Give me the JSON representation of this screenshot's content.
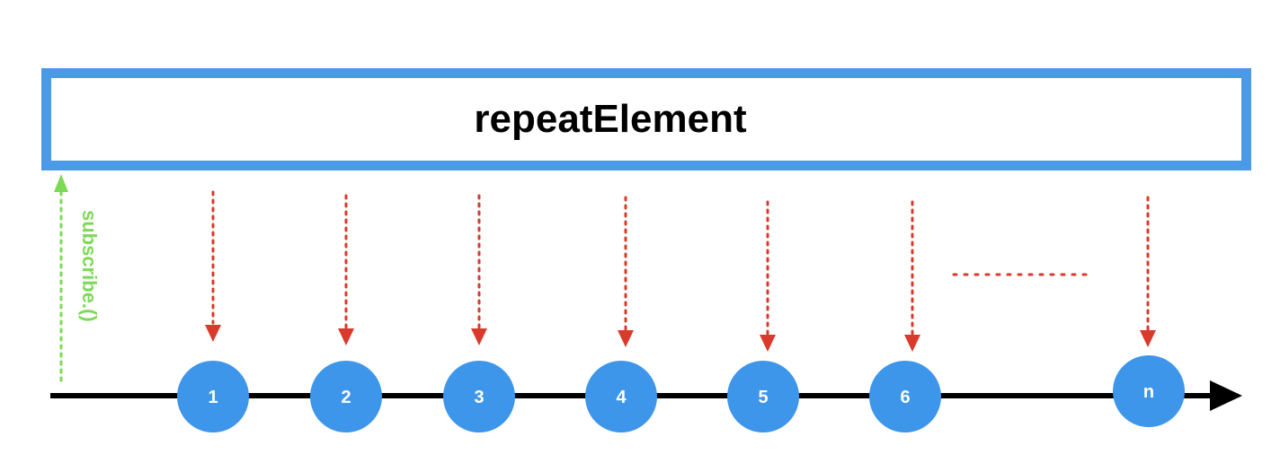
{
  "operator": {
    "label": "repeatElement"
  },
  "subscribe": {
    "label": "subscribe.()"
  },
  "marbles": [
    {
      "label": "1"
    },
    {
      "label": "2"
    },
    {
      "label": "3"
    },
    {
      "label": "4"
    },
    {
      "label": "5"
    },
    {
      "label": "6"
    },
    {
      "label": "n"
    }
  ],
  "colors": {
    "operator_border": "#4a9ae8",
    "marble_fill": "#3d96ea",
    "emission_arrow": "#d93a2b",
    "subscribe_arrow": "#7ed957",
    "timeline": "#000000"
  }
}
